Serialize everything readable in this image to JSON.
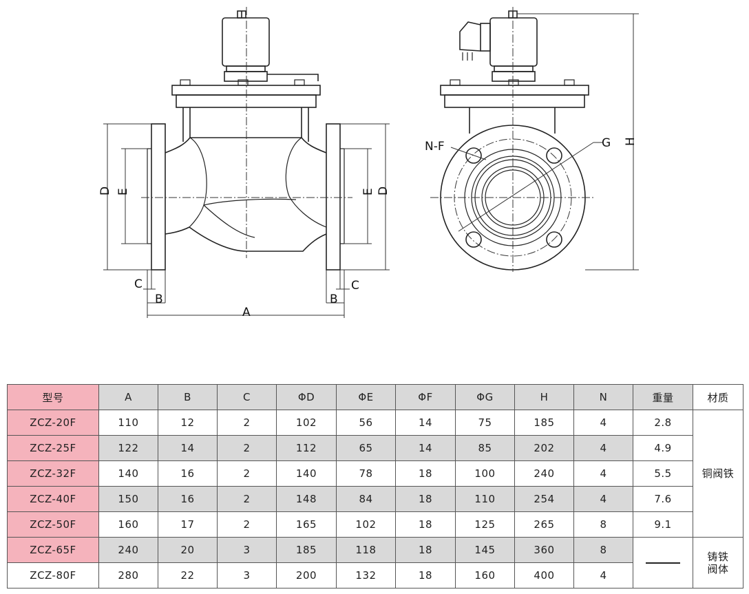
{
  "drawing": {
    "front_view_labels": {
      "A": "A",
      "B_left": "B",
      "B_right": "B",
      "C_left": "C",
      "C_right": "C",
      "D_left": "D",
      "E_left": "E",
      "D_right": "D",
      "E_right": "E"
    },
    "side_view_labels": {
      "NF": "N-F",
      "G": "G",
      "H": "H"
    }
  },
  "table": {
    "headers": [
      "型号",
      "A",
      "B",
      "C",
      "ΦD",
      "ΦE",
      "ΦF",
      "ΦG",
      "H",
      "N",
      "重量",
      "材质"
    ],
    "rows": [
      {
        "model": "ZCZ-20F",
        "values": [
          "110",
          "12",
          "2",
          "102",
          "56",
          "14",
          "75",
          "185",
          "4"
        ],
        "weight": "2.8"
      },
      {
        "model": "ZCZ-25F",
        "values": [
          "122",
          "14",
          "2",
          "112",
          "65",
          "14",
          "85",
          "202",
          "4"
        ],
        "weight": "4.9"
      },
      {
        "model": "ZCZ-32F",
        "values": [
          "140",
          "16",
          "2",
          "140",
          "78",
          "18",
          "100",
          "240",
          "4"
        ],
        "weight": "5.5"
      },
      {
        "model": "ZCZ-40F",
        "values": [
          "150",
          "16",
          "2",
          "148",
          "84",
          "18",
          "110",
          "254",
          "4"
        ],
        "weight": "7.6"
      },
      {
        "model": "ZCZ-50F",
        "values": [
          "160",
          "17",
          "2",
          "165",
          "102",
          "18",
          "125",
          "265",
          "8"
        ],
        "weight": "9.1"
      },
      {
        "model": "ZCZ-65F",
        "values": [
          "240",
          "20",
          "3",
          "185",
          "118",
          "18",
          "145",
          "360",
          "8"
        ],
        "weight": ""
      },
      {
        "model": "ZCZ-80F",
        "values": [
          "280",
          "22",
          "3",
          "200",
          "132",
          "18",
          "160",
          "400",
          "4"
        ],
        "weight": ""
      }
    ],
    "material_copper": "铜阀铁",
    "material_cast_line1": "铸铁",
    "material_cast_line2": "阀体"
  }
}
